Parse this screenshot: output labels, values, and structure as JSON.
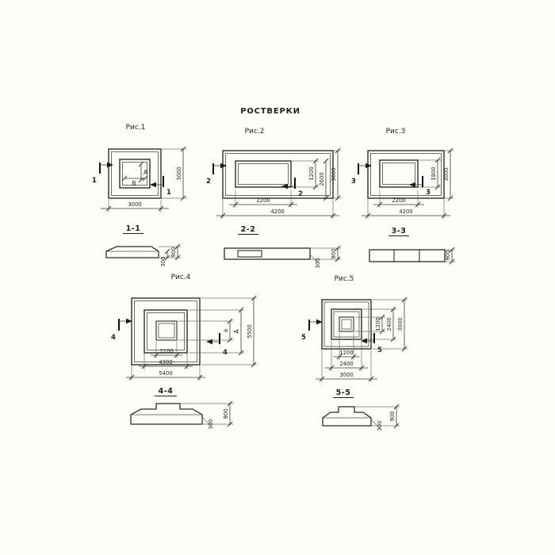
{
  "title": "РОСТВЕРКИ",
  "ink_color": "#2b2b2b",
  "paper_color": "#fdfdfc",
  "fig1": {
    "caption": "Рис.1",
    "plan": {
      "dim_bottom": "3000",
      "dim_right": "3000",
      "letter_height": "А",
      "letter_width": "В",
      "cut_mark": "1"
    },
    "section": {
      "caption": "1-1",
      "dim_height": "900",
      "dim_step": "300"
    }
  },
  "fig2": {
    "caption": "Рис.2",
    "plan": {
      "dim_bottom_inner": "2200",
      "dim_bottom_outer": "4200",
      "dim_right_inner": "1200",
      "dim_right_mid": "2600",
      "dim_right_outer": "3000",
      "cut_mark": "2"
    },
    "section": {
      "caption": "2-2",
      "dim_height": "900",
      "dim_step": "300"
    }
  },
  "fig3": {
    "caption": "Рис.3",
    "plan": {
      "dim_bottom_inner": "2200",
      "dim_bottom_outer": "4200",
      "dim_right_inner": "1800",
      "dim_right_outer": "3000",
      "cut_mark": "3"
    },
    "section": {
      "caption": "3-3",
      "dim_height": "900"
    }
  },
  "fig4": {
    "caption": "Рис.4",
    "plan": {
      "dim_bottom_inner": "2100",
      "dim_bottom_mid": "4300",
      "dim_bottom_outer": "5400",
      "letter_inner": "а",
      "letter_mid": "А",
      "dim_right_outer": "5500",
      "cut_mark": "4"
    },
    "section": {
      "caption": "4-4",
      "dim_height": "900",
      "dim_step": "300"
    }
  },
  "fig5": {
    "caption": "Рис.5",
    "plan": {
      "dim_bottom_inner": "1200",
      "dim_bottom_mid": "2400",
      "dim_bottom_outer": "3000",
      "dim_right_inner": "1200",
      "dim_right_mid": "2400",
      "dim_right_outer": "3000",
      "cut_mark": "5"
    },
    "section": {
      "caption": "5-5",
      "dim_height": "900",
      "dim_step": "300"
    }
  }
}
